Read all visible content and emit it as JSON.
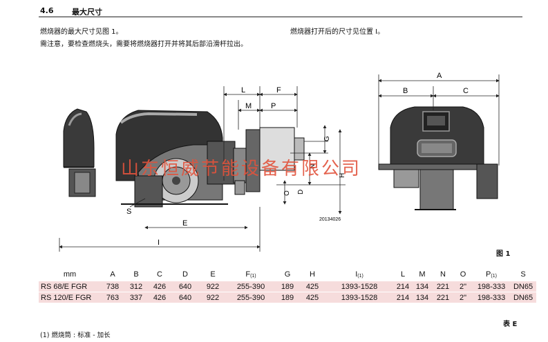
{
  "section": {
    "number": "4.6",
    "title": "最大尺寸"
  },
  "paragraphs": {
    "left1": "燃烧器的最大尺寸见图 1。",
    "left2": "需注意，要检查燃烧头，需要将燃烧器打开并将其后部沿滑杆拉出。",
    "right1": "燃烧器打开后的尺寸见位置 I。"
  },
  "figure": {
    "labels": {
      "L": "L",
      "F": "F",
      "M": "M",
      "P": "P",
      "G": "G",
      "N": "N",
      "H": "H",
      "O": "O",
      "D": "D",
      "S": "S",
      "E": "E",
      "I": "I",
      "A": "A",
      "B": "B",
      "C": "C"
    },
    "code": "20134026",
    "caption": "图 1"
  },
  "watermark": "山东恒威节能设备有限公司",
  "table": {
    "headers": [
      "mm",
      "A",
      "B",
      "C",
      "D",
      "E",
      "F",
      "G",
      "H",
      "I",
      "L",
      "M",
      "N",
      "O",
      "P",
      "S"
    ],
    "note_mark": "(1)",
    "rows": [
      {
        "model": "RS 68/E FGR",
        "values": [
          "738",
          "312",
          "426",
          "640",
          "922",
          "255-390",
          "189",
          "425",
          "1393-1528",
          "214",
          "134",
          "221",
          "2\"",
          "198-333",
          "DN65"
        ]
      },
      {
        "model": "RS 120/E FGR",
        "values": [
          "763",
          "337",
          "426",
          "640",
          "922",
          "255-390",
          "189",
          "425",
          "1393-1528",
          "214",
          "134",
          "221",
          "2\"",
          "198-333",
          "DN65"
        ]
      }
    ],
    "caption": "表 E"
  },
  "footnote": "(1)  燃烧筒 : 标准 - 加长"
}
